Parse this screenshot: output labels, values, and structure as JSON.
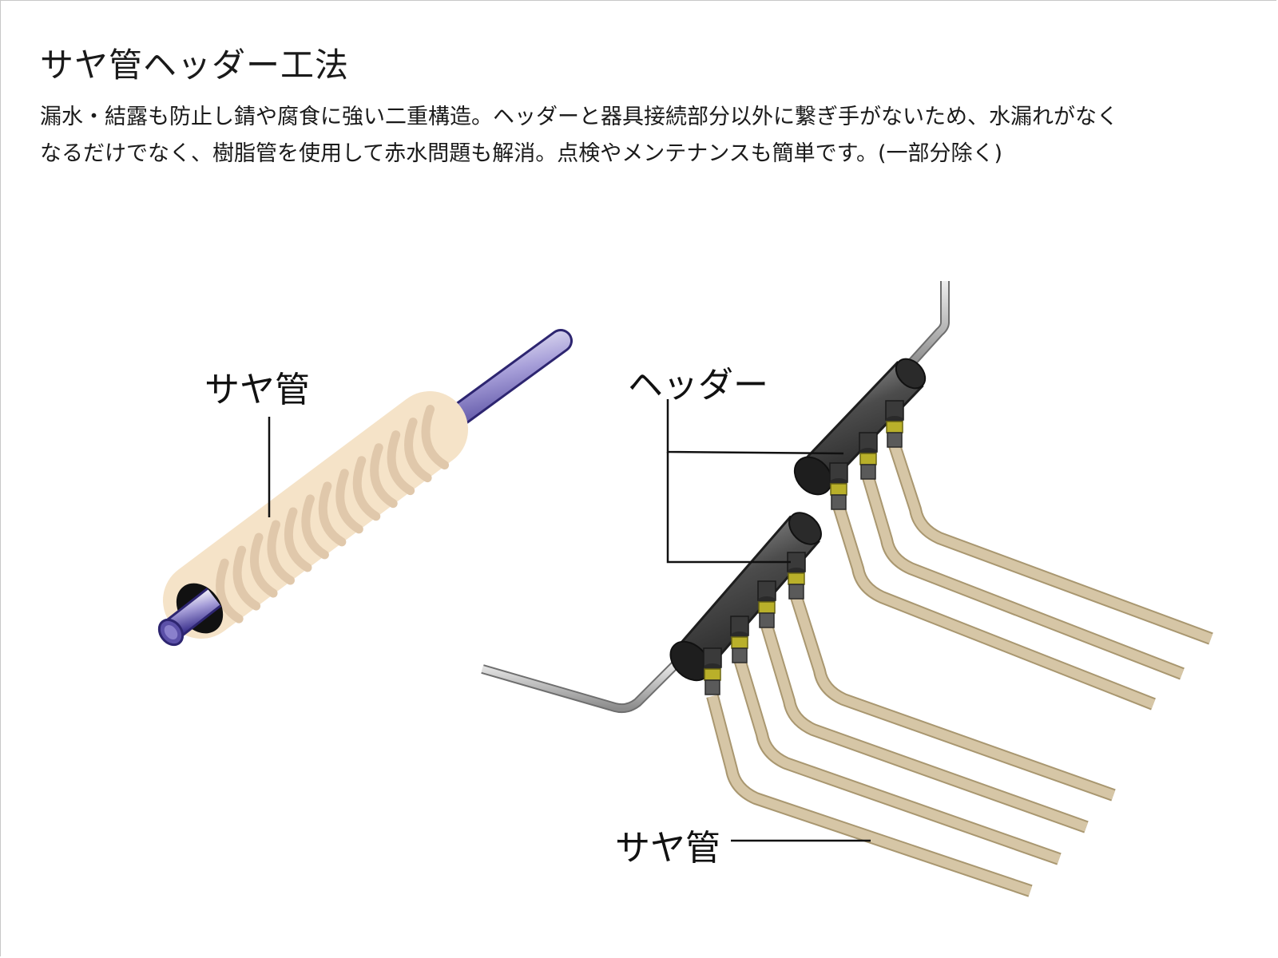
{
  "title": "サヤ管ヘッダー工法",
  "description": {
    "line1": "漏水・結露も防止し錆や腐食に強い二重構造。ヘッダーと器具接続部分以外に繋ぎ手がないため、水漏れがなく",
    "line2": "なるだけでなく、樹脂管を使用して赤水問題も解消。点検やメンテナンスも簡単です。(一部分除く)"
  },
  "labels": {
    "saya_left": "サヤ管",
    "header": "ヘッダー",
    "saya_bottom": "サヤ管"
  },
  "colors": {
    "sheath": "#f5e3c8",
    "sheath_ridge": "#e0c8ab",
    "inner_pipe": "#5b50a8",
    "header_body": "#555555",
    "branch_pipe": "#d6c6a6",
    "fitting_yellow": "#b9b02a",
    "supply_pipe": "#bdbdbd"
  }
}
